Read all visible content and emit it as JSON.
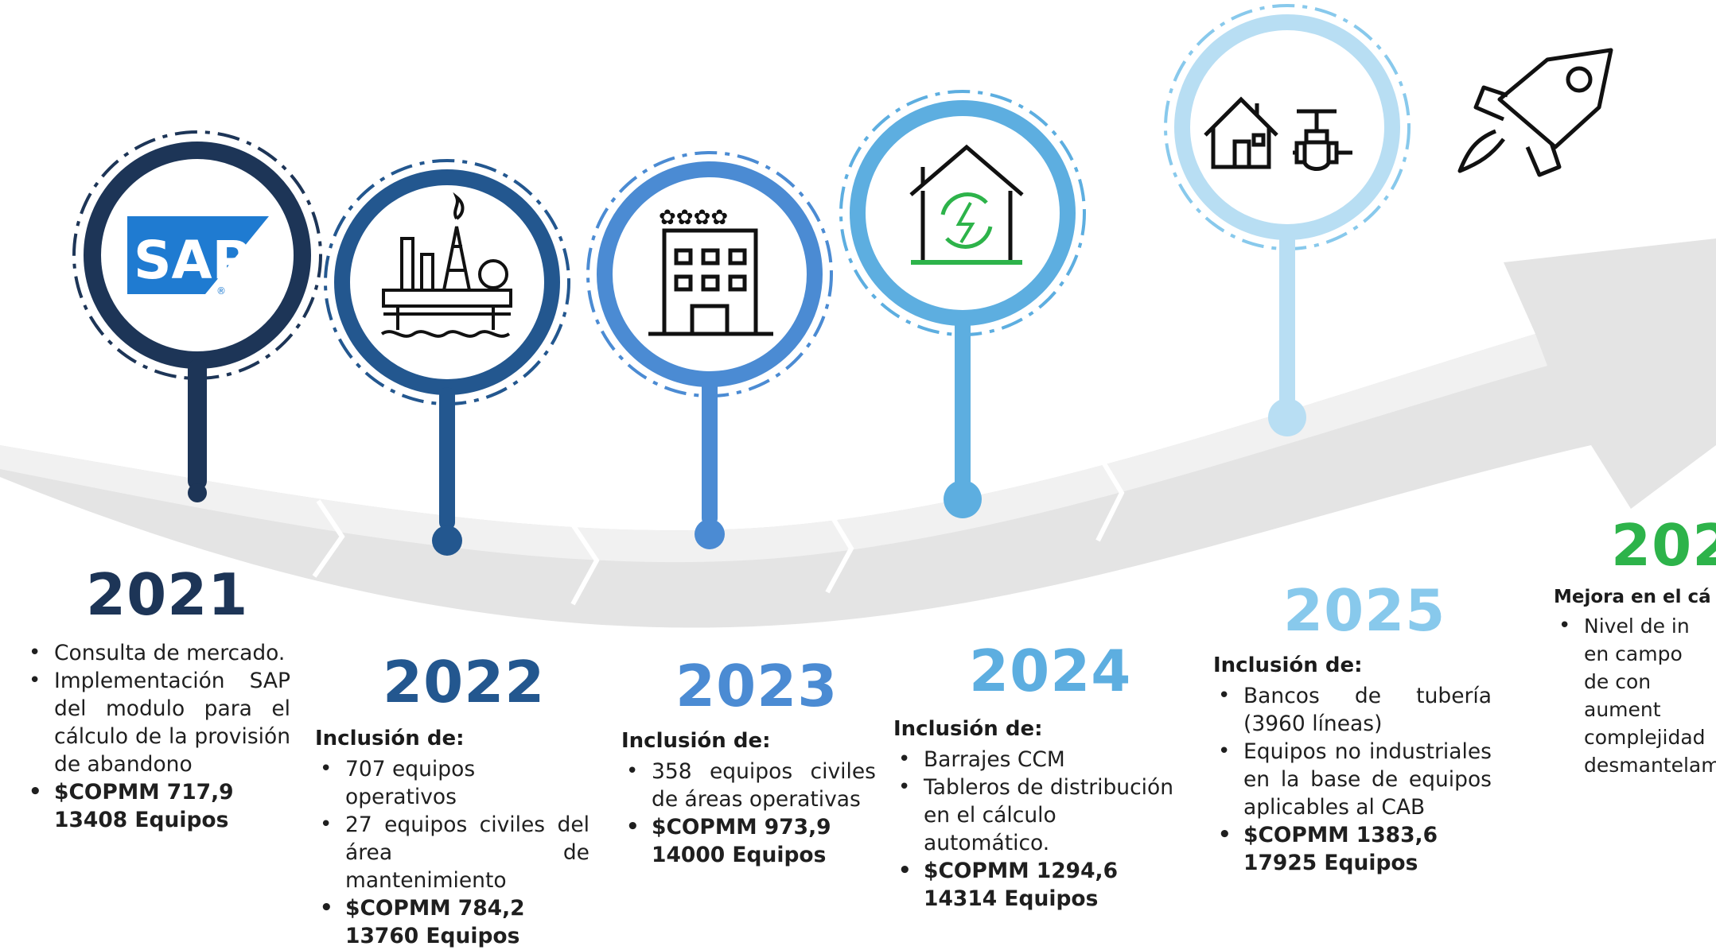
{
  "colors": {
    "y2021": "#1d3557",
    "y2022": "#23578f",
    "y2023": "#4b8bd3",
    "y2024": "#5daee0",
    "y2025": "#88c9ec",
    "y2026": "#2db34a",
    "arrow": "#d9d9d9"
  },
  "icons": {
    "m2021": "sap-logo",
    "m2022": "offshore-platform-icon",
    "m2023": "building-icon",
    "m2024": "energy-house-icon",
    "m2025": "house-and-valve-icon",
    "next": "rocket-icon"
  },
  "milestones": [
    {
      "year": "2021",
      "heading": "",
      "bullets": [
        "Consulta de mercado.",
        "Implementación SAP del modulo para el cálculo de la provisión de abandono"
      ],
      "cost": "$COPMM 717,9",
      "equipment": "13408 Equipos"
    },
    {
      "year": "2022",
      "heading": "Inclusión de:",
      "bullets": [
        "707 equipos operativos",
        "27 equipos civiles del área de mantenimiento"
      ],
      "cost": "$COPMM 784,2",
      "equipment": "13760 Equipos"
    },
    {
      "year": "2023",
      "heading": "Inclusión de:",
      "bullets": [
        "358 equipos civiles de áreas operativas"
      ],
      "cost": "$COPMM 973,9",
      "equipment": "14000 Equipos"
    },
    {
      "year": "2024",
      "heading": "Inclusión de:",
      "bullets": [
        "Barrajes CCM",
        "Tableros de distribución en el cálculo automático."
      ],
      "cost": "$COPMM 1294,6",
      "equipment": "14314 Equipos"
    },
    {
      "year": "2025",
      "heading": "Inclusión de:",
      "bullets": [
        "Bancos de tubería (3960 líneas)",
        "Equipos no industriales en la base de equipos aplicables al CAB"
      ],
      "cost": "$COPMM 1383,6",
      "equipment": "17925 Equipos"
    }
  ],
  "future": {
    "year": "202",
    "heading": "Mejora en el cá",
    "bullet": "Nivel de in en campo de con aument complejidad desmantelam"
  }
}
